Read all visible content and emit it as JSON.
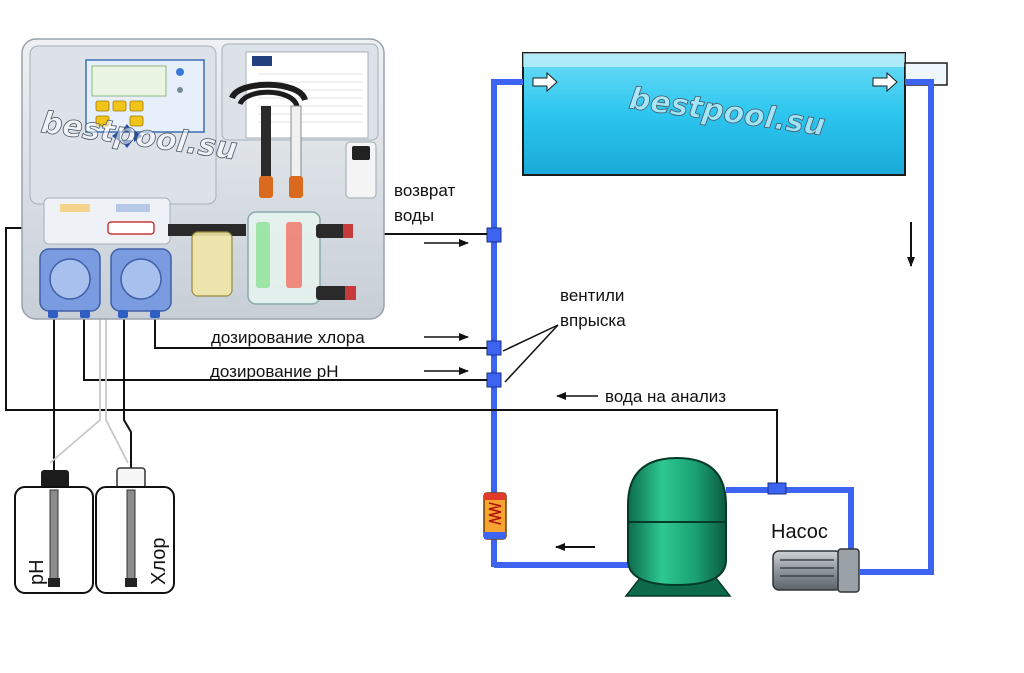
{
  "labels": {
    "return_water_line1": "возврат",
    "return_water_line2": "воды",
    "injection_valves_line1": "вентили",
    "injection_valves_line2": "впрыска",
    "chlorine_dosing": "дозирование хлора",
    "ph_dosing": "дозирование pH",
    "water_for_analysis": "вода на анализ",
    "pump": "Насос",
    "canister_ph": "pH",
    "canister_chlorine": "Хлор"
  },
  "watermark": "bestpool.su",
  "colors": {
    "water_pipe": "#3d64f0",
    "pool_water": "#2cc6ef",
    "filter_tank": "#1a9f72",
    "line": "#111111",
    "panel": "#d4dae0"
  }
}
